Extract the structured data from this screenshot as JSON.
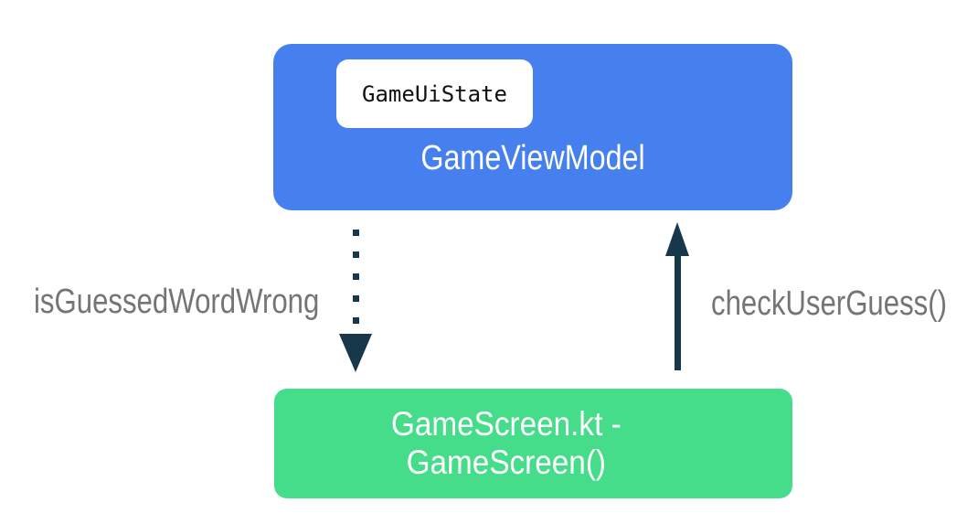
{
  "diagram": {
    "nodes": {
      "game_view_model": {
        "label": "GameViewModel",
        "state_chip": "GameUiState",
        "color": "#4680EE",
        "chip_color": "#FFFFFF"
      },
      "game_screen": {
        "label_line1": "GameScreen.kt -",
        "label_line2": "GameScreen()",
        "color": "#45DC8A"
      }
    },
    "edges": {
      "state_flow": {
        "label": "isGuessedWordWrong",
        "style": "dotted",
        "direction": "down",
        "from": "GameViewModel",
        "to": "GameScreen"
      },
      "event_flow": {
        "label": "checkUserGuess()",
        "style": "solid",
        "direction": "up",
        "from": "GameScreen",
        "to": "GameViewModel"
      }
    },
    "colors": {
      "arrow": "#17384A",
      "edge_label_text": "#757575",
      "node_text": "#FFFFFF",
      "chip_text": "#111111",
      "background": "#FFFFFF"
    }
  }
}
